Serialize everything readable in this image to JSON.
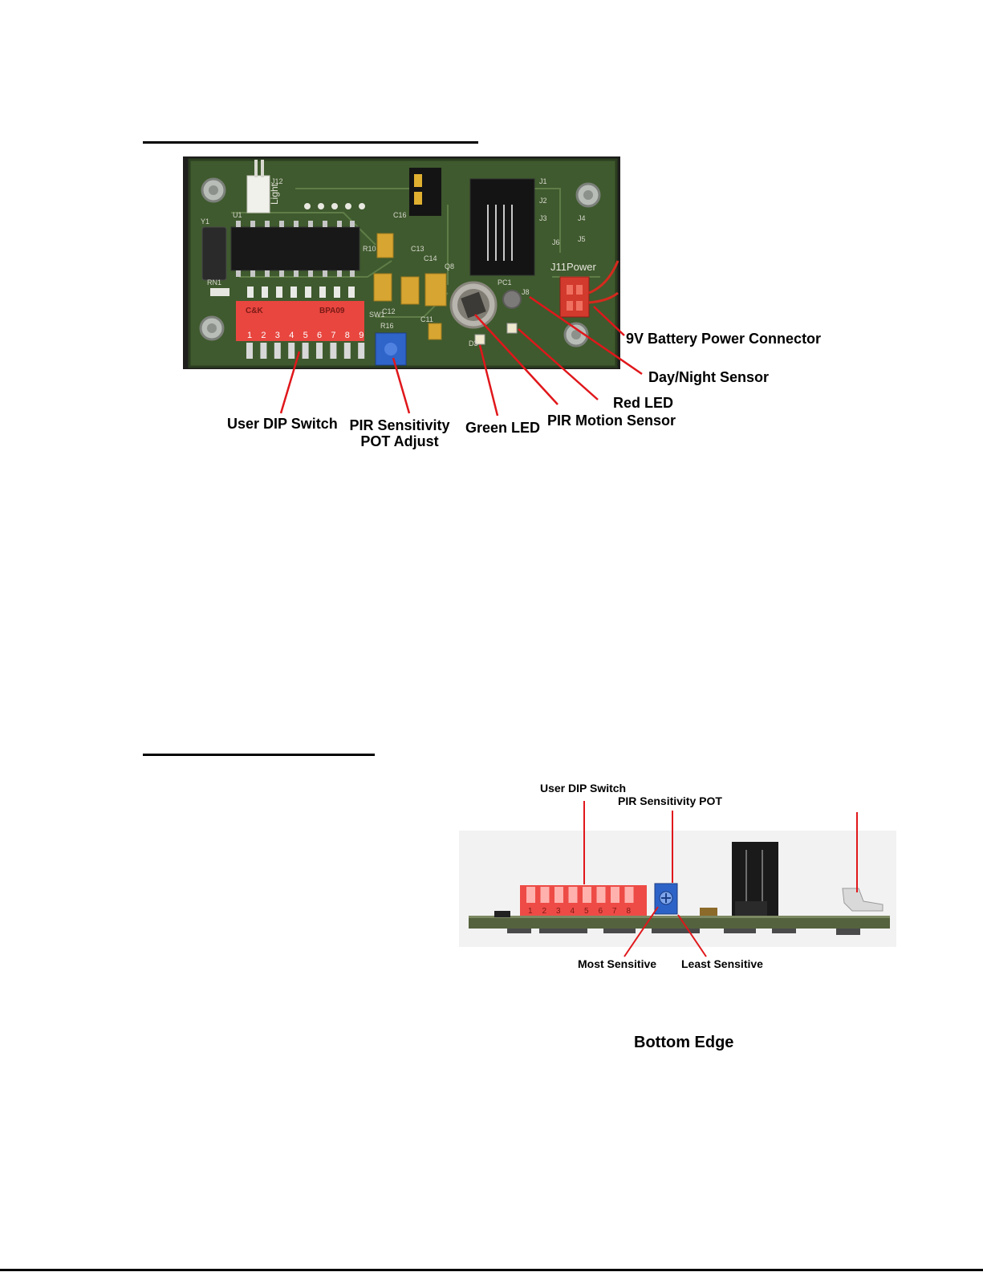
{
  "top_figure": {
    "labels": {
      "battery": "9V Battery Power Connector",
      "day_night": "Day/Night Sensor",
      "red_led": "Red LED",
      "pir_motion": "PIR Motion Sensor",
      "green_led": "Green LED",
      "pir_pot_line1": "PIR Sensitivity",
      "pir_pot_line2": "POT Adjust",
      "user_dip": "User DIP Switch"
    },
    "board_text": {
      "light": "Light",
      "power": "J11Power",
      "ck": "C&K",
      "bpa": "BPA09",
      "dip_numbers": [
        "1",
        "2",
        "3",
        "4",
        "5",
        "6",
        "7",
        "8",
        "9"
      ],
      "silk": [
        "U1",
        "Y1",
        "RN1",
        "R10",
        "R16",
        "C12",
        "C13",
        "C14",
        "C16",
        "C11",
        "Q8",
        "PC1",
        "J1",
        "J2",
        "J3",
        "J4",
        "J5",
        "J6",
        "J8",
        "D3",
        "SW1",
        "J12"
      ]
    }
  },
  "bottom_figure": {
    "labels": {
      "user_dip": "User DIP Switch",
      "pir_pot": "PIR Sensitivity POT",
      "most_sensitive": "Most Sensitive",
      "least_sensitive": "Least Sensitive"
    },
    "caption": "Bottom Edge",
    "dip_numbers": [
      "1",
      "2",
      "3",
      "4",
      "5",
      "6",
      "7",
      "8"
    ]
  }
}
